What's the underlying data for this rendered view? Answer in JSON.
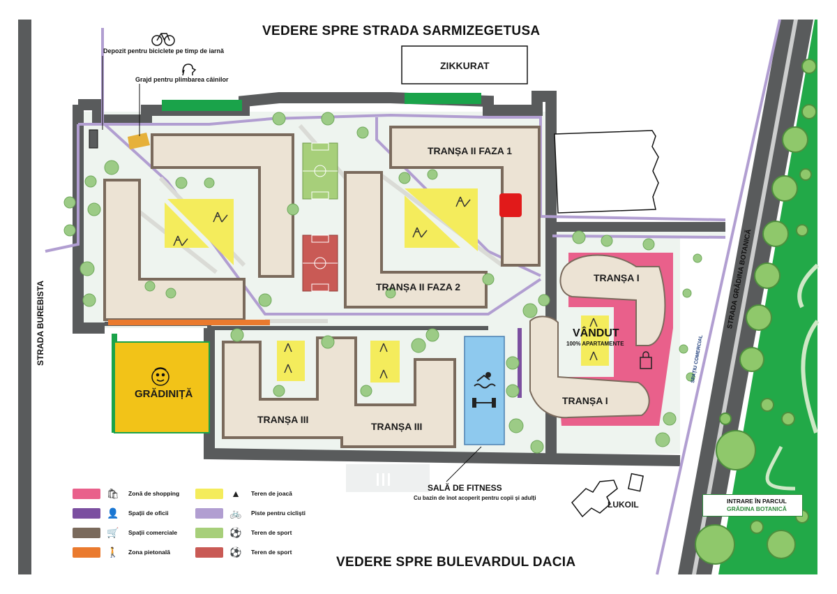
{
  "titles": {
    "top": "VEDERE SPRE STRADA SARMIZEGETUSA",
    "bottom": "VEDERE SPRE BULEVARDUL DACIA"
  },
  "streets": {
    "left": "STRADA BUREBISTA",
    "right": "STRADA GRĂDINA BOTANICĂ",
    "commercial": "SPAȚIU COMERCIAL"
  },
  "amenities": {
    "bike_depot": "Depozit pentru biciclete pe timp de iarnă",
    "dog_area": "Grajd pentru plimbarea câinilor"
  },
  "buildings": {
    "zikkurat": "ZIKKURAT",
    "transa2_faza1": "TRANȘA II FAZA 1",
    "transa2_faza2": "TRANȘA II FAZA 2",
    "transa1_top": "TRANȘA I",
    "transa1_bottom": "TRANȘA I",
    "transa3_left": "TRANȘA III",
    "transa3_right": "TRANȘA III",
    "gradinita": "GRĂDINIȚĂ",
    "lukoil": "LUKOIL"
  },
  "sold": {
    "title": "VÂNDUT",
    "subtitle": "100% APARTAMENTE"
  },
  "fitness": {
    "title": "SALĂ DE FITNESS",
    "subtitle": "Cu bazin de înot acoperit pentru copii și adulți"
  },
  "park_entrance": {
    "line1": "INTRARE ÎN PARCUL",
    "line2": "GRĂDINA BOTANICĂ"
  },
  "legend": [
    {
      "label": "Zonă de shopping",
      "color": "#e9608b",
      "icon": "shopping-bag-icon"
    },
    {
      "label": "Spații de oficii",
      "color": "#7b4fa0",
      "icon": "office-worker-icon"
    },
    {
      "label": "Spații comerciale",
      "color": "#7a6a5c",
      "icon": "shopping-cart-icon"
    },
    {
      "label": "Zona pietonală",
      "color": "#ea7a2e",
      "icon": "pedestrian-icon"
    },
    {
      "label": "Teren de joacă",
      "color": "#f4ec5c",
      "icon": "playground-icon"
    },
    {
      "label": "Piste pentru cicliști",
      "color": "#b19ed1",
      "icon": "bicycle-icon"
    },
    {
      "label": "Teren de sport",
      "color": "#a7cf7a",
      "icon": "football-icon"
    },
    {
      "label": "Teren de sport",
      "color": "#c95a55",
      "icon": "football-icon"
    }
  ],
  "colors": {
    "building": "#ece3d4",
    "building_edge": "#7a6a5c",
    "road": "#595b5c",
    "green": "#1aa34a",
    "yard": "#edf4ee",
    "playground": "#f4ec5c",
    "kindergarten": "#f2c318",
    "pool": "#8ec9ee",
    "shopping": "#e9608b",
    "bike_path": "#b19ed1",
    "sport_green": "#a7cf7a",
    "sport_red": "#c95a55",
    "pedestrian": "#ea7a2e",
    "tree": "#7dbb6a"
  }
}
